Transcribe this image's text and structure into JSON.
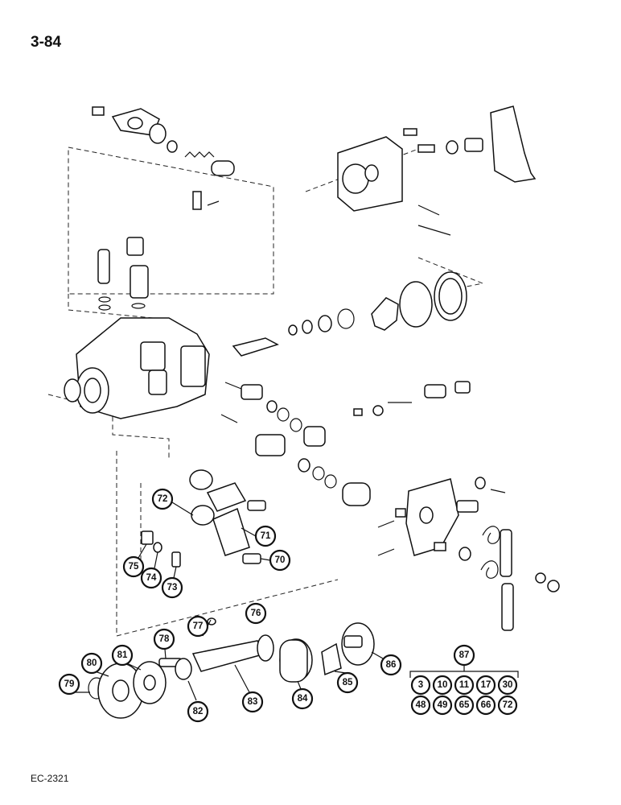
{
  "page_number": "3-84",
  "document_code": "EC-2321",
  "group_label": "87",
  "group_items": [
    "3",
    "10",
    "11",
    "17",
    "30",
    "48",
    "49",
    "65",
    "66",
    "72"
  ],
  "callouts": {
    "c70": "70",
    "c71": "71",
    "c72": "72",
    "c73": "73",
    "c74": "74",
    "c75": "75",
    "c76": "76",
    "c77": "77",
    "c78": "78",
    "c79": "79",
    "c80": "80",
    "c81": "81",
    "c82": "82",
    "c83": "83",
    "c84": "84",
    "c85": "85",
    "c86": "86"
  }
}
